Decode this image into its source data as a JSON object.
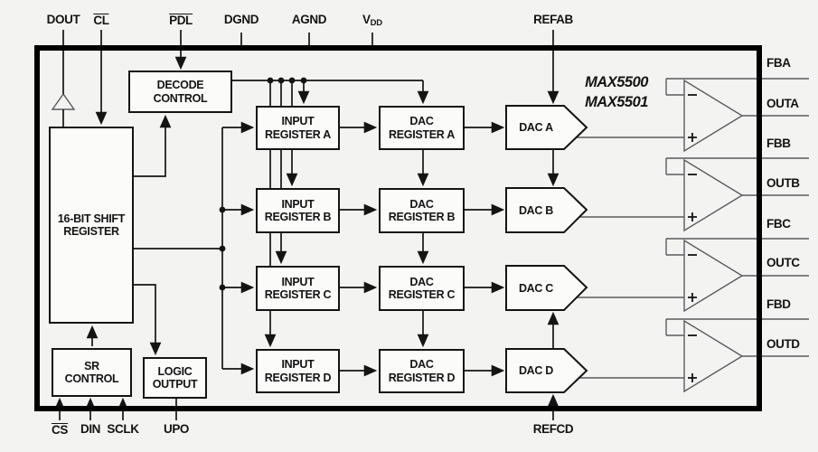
{
  "diagram": {
    "part_numbers": [
      "MAX5500",
      "MAX5501"
    ],
    "blocks": {
      "decode_control": "DECODE CONTROL",
      "shift_register": "16-BIT SHIFT REGISTER",
      "input_register_a": "INPUT REGISTER A",
      "input_register_b": "INPUT REGISTER B",
      "input_register_c": "INPUT REGISTER C",
      "input_register_d": "INPUT REGISTER D",
      "dac_register_a": "DAC REGISTER A",
      "dac_register_b": "DAC REGISTER B",
      "dac_register_c": "DAC REGISTER C",
      "dac_register_d": "DAC REGISTER D",
      "dac_a": "DAC A",
      "dac_b": "DAC B",
      "dac_c": "DAC C",
      "dac_d": "DAC D",
      "sr_control": "SR CONTROL",
      "logic_output": "LOGIC OUTPUT"
    },
    "pins": {
      "top": {
        "dout": "DOUT",
        "cl": "CL",
        "pdl": "PDL",
        "dgnd": "DGND",
        "agnd": "AGND",
        "vdd_base": "V",
        "vdd_sub": "DD",
        "refab": "REFAB"
      },
      "bottom": {
        "cs": "CS",
        "din": "DIN",
        "sclk": "SCLK",
        "upo": "UPO",
        "refcd": "REFCD"
      },
      "right": {
        "fba": "FBA",
        "outa": "OUTA",
        "fbb": "FBB",
        "outb": "OUTB",
        "fbc": "FBC",
        "outc": "OUTC",
        "fbd": "FBD",
        "outd": "OUTD"
      }
    },
    "colors": {
      "line_black": "#141414",
      "analog_gray": "#5a5a60",
      "background": "#f3f3f1",
      "block_fill": "#fbfbfa"
    }
  }
}
